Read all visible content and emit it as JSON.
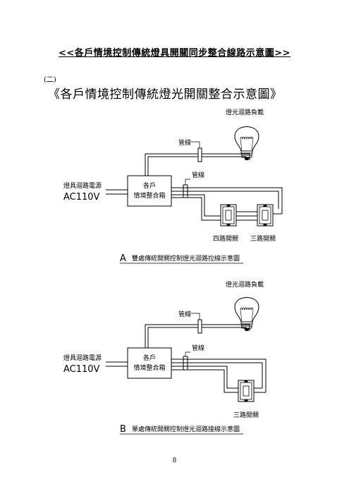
{
  "document": {
    "title": "<<各戶情境控制傳統燈具開關同步整合線路示意圖>>",
    "section_number": "(二)",
    "subtitle": "《各戶情境控制傳統燈光開關整合示意圖》",
    "page_number": "8"
  },
  "diagram_a": {
    "load_label": "燈光迴路負載",
    "conduit_label_top": "管線",
    "conduit_label_mid": "管線",
    "power_label": "燈具迴路電源",
    "voltage_label": "AC110V",
    "box_line1": "各戶",
    "box_line2": "情境整合箱",
    "switch_label_left": "四路開關",
    "switch_label_right": "三路開關",
    "caption_letter": "A",
    "caption_text": "雙處傳統開關控制燈光迴路拉線示意圖"
  },
  "diagram_b": {
    "load_label": "燈光迴路負載",
    "conduit_label_top": "管線",
    "conduit_label_mid": "管線",
    "power_label": "燈具迴路電源",
    "voltage_label": "AC110V",
    "box_line1": "各戶",
    "box_line2": "情境整合箱",
    "switch_label": "三路開關",
    "caption_letter": "B",
    "caption_text": "單處傳統開關控制燈光迴路接線示意圖"
  }
}
